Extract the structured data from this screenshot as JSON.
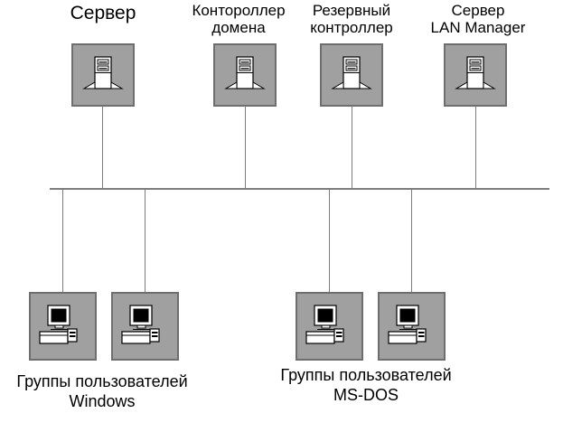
{
  "diagram": {
    "colors": {
      "node_fill": "#a0a0a0",
      "node_border": "#6e6e6e",
      "line": "#7d7d7d",
      "text": "#000000",
      "background": "#ffffff"
    },
    "servers": [
      {
        "id": "server",
        "label": "Сервер",
        "icon": "server-tower-icon"
      },
      {
        "id": "domain-controller",
        "label": "Контороллер\nдомена",
        "icon": "server-tower-icon"
      },
      {
        "id": "backup-controller",
        "label": "Резервный\nконтроллер",
        "icon": "server-tower-icon"
      },
      {
        "id": "lan-manager",
        "label": "Сервер\nLAN Manager",
        "icon": "server-tower-icon"
      }
    ],
    "workstation_groups": [
      {
        "id": "windows-group",
        "label": "Группы пользователей\nWindows",
        "workstation_count": 2
      },
      {
        "id": "msdos-group",
        "label": "Группы пользователей\nMS-DOS",
        "workstation_count": 2
      }
    ],
    "bus": {
      "name": "network-bus"
    }
  }
}
